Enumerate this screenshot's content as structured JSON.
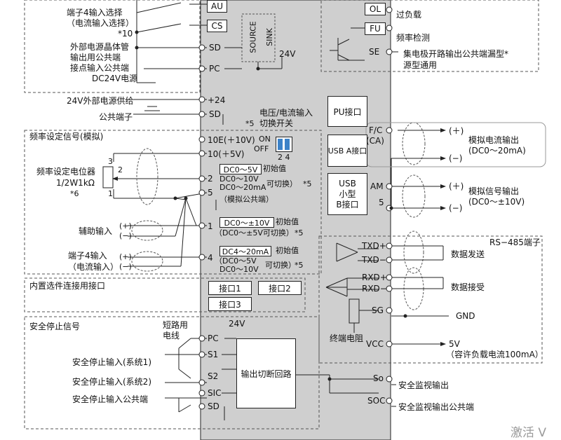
{
  "colors": {
    "inverter_fill": "#cfcfcf",
    "line": "#222222",
    "dash": "#555555"
  },
  "top_left": {
    "term4_select": "端子4输入选择",
    "current_select": "（电流输入选择）",
    "note10": "*10",
    "ext_power_l1": "外部电源晶体管",
    "ext_power_l2": "输出用公共端",
    "ext_power_l3": "接点输入公共端",
    "ext_power_l4": "DC24V电源",
    "terminals": {
      "au": "AU",
      "cs": "CS",
      "sd": "SD",
      "pc": "PC"
    },
    "source": "SOURCE",
    "sink": "SINK",
    "v24": "24V"
  },
  "top_right": {
    "ol": "OL",
    "fu": "FU",
    "se": "SE",
    "overload": "过负载",
    "freq_detect": "频率检测",
    "oc_l1": "集电极开路输出公共端漏型*",
    "oc_l2": "源型通用"
  },
  "power": {
    "ext24": "24V外部电源供给",
    "common": "公共端子",
    "plus24": "+24",
    "sd": "SD",
    "switch_l1": "电压/电流输入",
    "switch_l2": "切换开关",
    "note5": "*5",
    "on": "ON",
    "off": "OFF",
    "sw_nums": "2  4"
  },
  "freq": {
    "section": "频率设定信号(模拟)",
    "t10e": "10E(＋10V)",
    "t10": "10(＋5V)",
    "t2": "2",
    "t5": "5",
    "pot_l1": "频率设定电位器",
    "pot_l2": "1/2W1kΩ",
    "pot_note": "*6",
    "pot_pins": {
      "p3": "3",
      "p2": "2",
      "p1": "1"
    },
    "t2_default": "DC0～5V",
    "t2_initial": "初始值",
    "t2_opt1": "DC0～10V",
    "t2_opt2": "DC0～20mA",
    "t2_switchable": "可切换）",
    "t2_note": "*5",
    "analog_common": "（模拟公共端）",
    "t1": "1",
    "aux_input": "辅助输入",
    "t1_default": "DC0～±10V",
    "t1_initial": "初始值",
    "t1_opt": "（DC0～±5V可切换）",
    "t1_note": "*5",
    "t4": "4",
    "term4_l1": "端子4输入",
    "term4_l2": "（电流输入）",
    "t4_default": "DC4～20mA",
    "t4_initial": "初始值",
    "t4_opt1": "（DC0～5V",
    "t4_opt2": "DC0～10V",
    "t4_switchable": "可切换）",
    "t4_note": "*5",
    "plus": "(+)",
    "minus": "(−)"
  },
  "option": {
    "section": "内置选件连接用接口",
    "c1": "接口1",
    "c2": "接口2",
    "c3": "接口3"
  },
  "safety": {
    "section": "安全停止信号",
    "short_l1": "短路用",
    "short_l2": "电线",
    "v24": "24V",
    "pc": "PC",
    "s1": "S1",
    "s2": "S2",
    "sic": "SIC",
    "sd": "SD",
    "in1": "安全停止输入(系统1)",
    "in2": "安全停止输入(系统2)",
    "common": "安全停止输入公共端",
    "cutoff": "输出切断回路",
    "so": "So",
    "soc": "SOC",
    "monitor": "安全监视输出",
    "monitor_common": "安全监视输出公共端"
  },
  "right": {
    "pu": "PU接口",
    "usb_a": "USB A接口",
    "usb_b_l1": "USB",
    "usb_b_l2": "小型",
    "usb_b_l3": "B接口",
    "fca_l1": "F/C",
    "fca_l2": "(CA)",
    "am": "AM",
    "t5": "5",
    "plus": "(＋)",
    "minus": "(−)",
    "current_out_l1": "模拟电流输出",
    "current_out_l2": "(DC0～20mA)",
    "signal_out_l1": "模拟信号输出",
    "signal_out_l2": "(DC0～±10V)",
    "rs485": "RS−485端子",
    "txdp": "TXD+",
    "txdm": "TXD−",
    "rxdp": "RXD+",
    "rxdm": "RXD−",
    "sg": "SG",
    "vcc": "VCC",
    "data_send": "数据发送",
    "data_recv": "数据接受",
    "gnd": "GND",
    "term_resistor": "终端电阻",
    "v5": "5V",
    "vcc_note": "（容许负载电流100mA）"
  },
  "watermark": "激活 V"
}
